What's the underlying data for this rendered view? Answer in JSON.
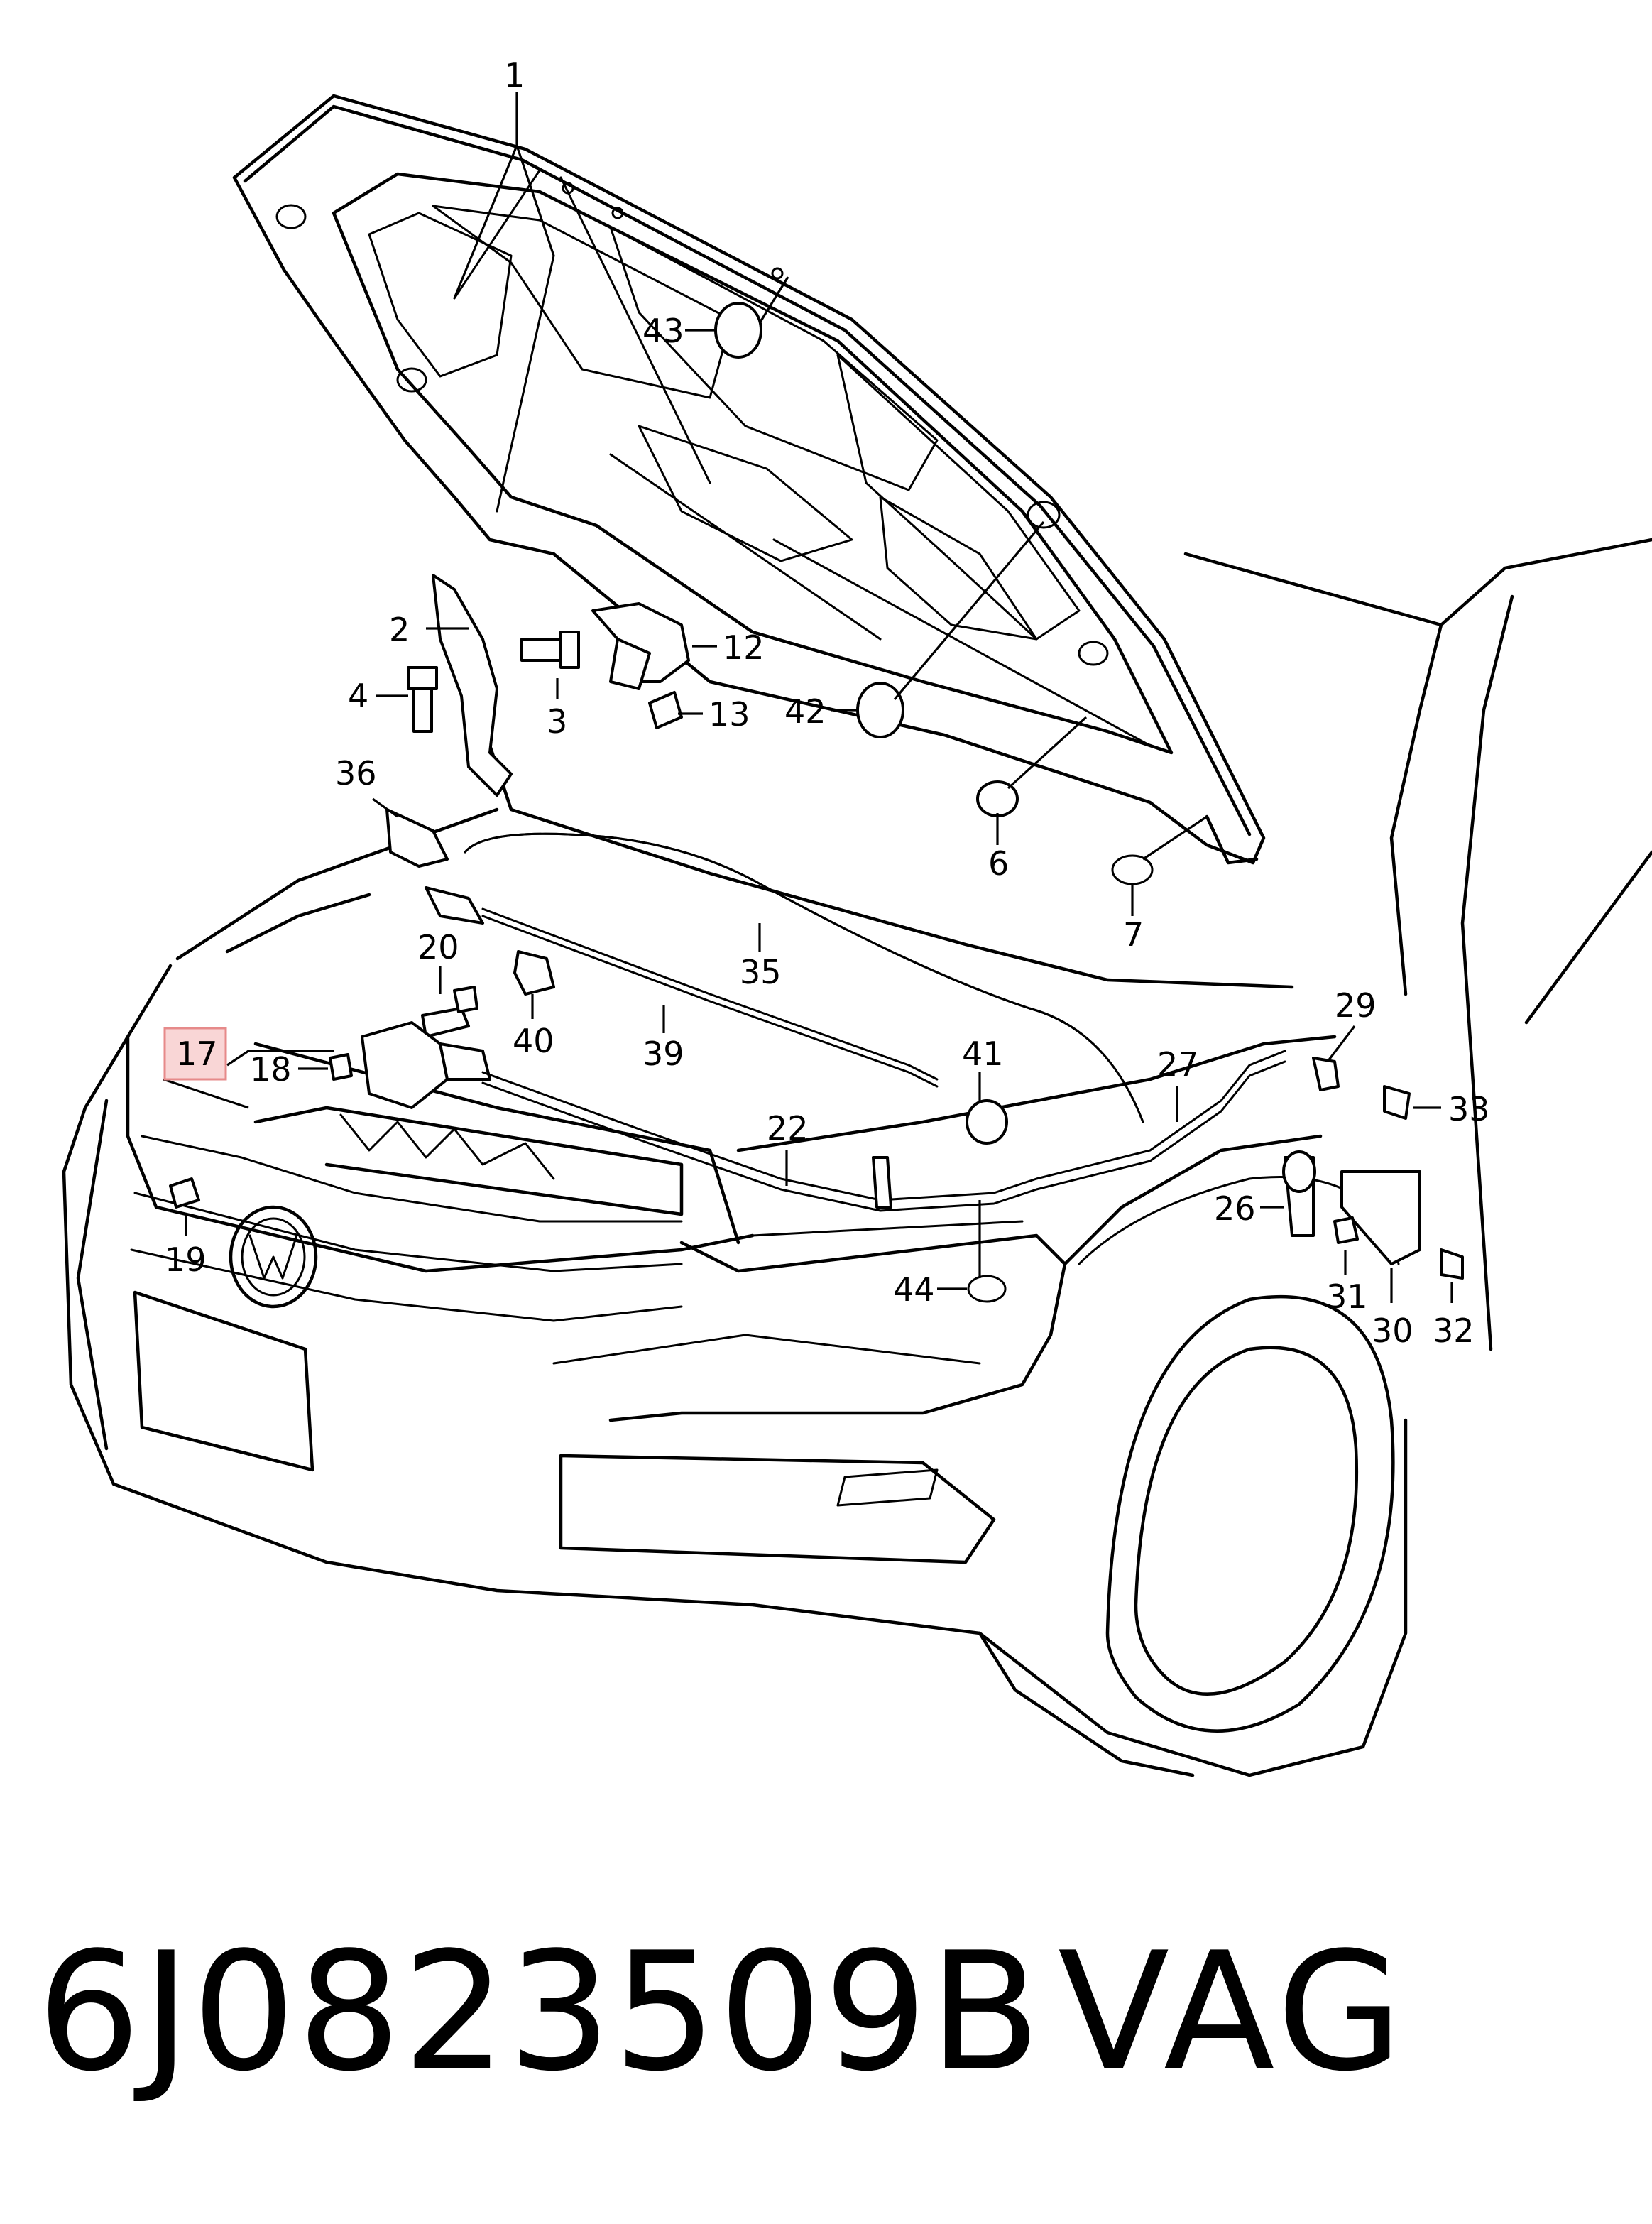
{
  "callouts": [
    {
      "id": "1",
      "label": "1"
    },
    {
      "id": "2",
      "label": "2"
    },
    {
      "id": "3",
      "label": "3"
    },
    {
      "id": "4",
      "label": "4"
    },
    {
      "id": "6",
      "label": "6"
    },
    {
      "id": "7",
      "label": "7"
    },
    {
      "id": "12",
      "label": "12"
    },
    {
      "id": "13",
      "label": "13"
    },
    {
      "id": "17",
      "label": "17",
      "highlighted": true
    },
    {
      "id": "18",
      "label": "18"
    },
    {
      "id": "19",
      "label": "19"
    },
    {
      "id": "20",
      "label": "20"
    },
    {
      "id": "22",
      "label": "22"
    },
    {
      "id": "26",
      "label": "26"
    },
    {
      "id": "27",
      "label": "27"
    },
    {
      "id": "29",
      "label": "29"
    },
    {
      "id": "30",
      "label": "30"
    },
    {
      "id": "31",
      "label": "31"
    },
    {
      "id": "32",
      "label": "32"
    },
    {
      "id": "33",
      "label": "33"
    },
    {
      "id": "35",
      "label": "35"
    },
    {
      "id": "36",
      "label": "36"
    },
    {
      "id": "39",
      "label": "39"
    },
    {
      "id": "40",
      "label": "40"
    },
    {
      "id": "41",
      "label": "41"
    },
    {
      "id": "42",
      "label": "42"
    },
    {
      "id": "43",
      "label": "43"
    },
    {
      "id": "44",
      "label": "44"
    }
  ],
  "footer": {
    "part_number": "6J0823509B",
    "brand": "VAG"
  },
  "colors": {
    "highlight_fill": "#f9d6d6",
    "highlight_border": "#e68a8a",
    "line": "#000000"
  }
}
